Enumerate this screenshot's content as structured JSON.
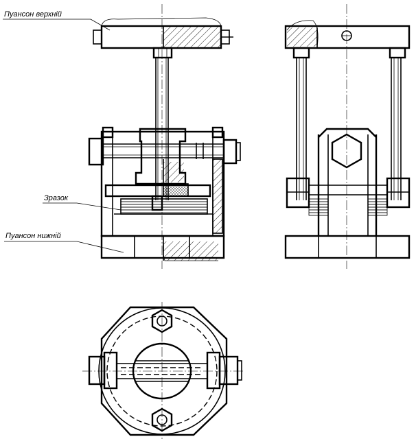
{
  "labels": {
    "upper_punch": "Пуансон верхній",
    "specimen": "Зразок",
    "lower_punch": "Пуансон нижній"
  },
  "colors": {
    "line": "#000000",
    "background": "#ffffff"
  }
}
